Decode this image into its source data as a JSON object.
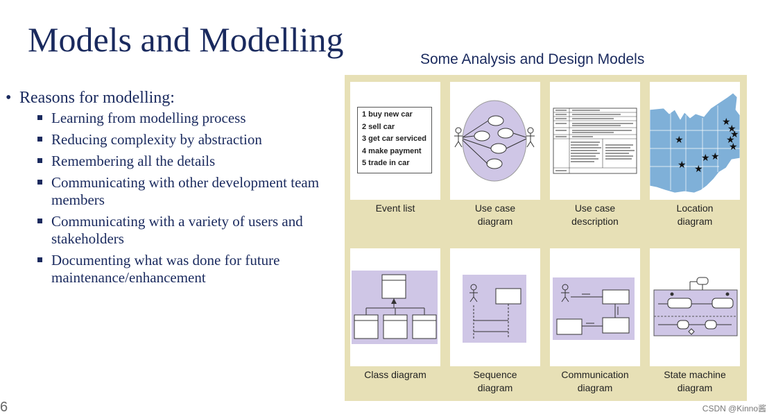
{
  "title": "Models and Modelling",
  "bullets": {
    "main": "Reasons for modelling:",
    "items": [
      "Learning from modelling process",
      "Reducing complexity by abstraction",
      "Remembering all the details",
      "Communicating with other development team members",
      "Communicating with a variety of users and stakeholders",
      "Documenting what was done for future maintenance/enhancement"
    ]
  },
  "panel": {
    "heading": "Some Analysis and Design Models",
    "background": "#e7e0b6",
    "diagram_fill": "#cfc6e6",
    "map_fill": "#7fb0d8",
    "event_list_items": [
      "1 buy new car",
      "2 sell car",
      "3 get car serviced",
      "4 make payment",
      "5 trade in car"
    ],
    "cards": [
      {
        "caption_line1": "Event list",
        "caption_line2": ""
      },
      {
        "caption_line1": "Use case",
        "caption_line2": "diagram"
      },
      {
        "caption_line1": "Use case",
        "caption_line2": "description"
      },
      {
        "caption_line1": "Location",
        "caption_line2": "diagram"
      },
      {
        "caption_line1": "Class diagram",
        "caption_line2": ""
      },
      {
        "caption_line1": "Sequence",
        "caption_line2": "diagram"
      },
      {
        "caption_line1": "Communication",
        "caption_line2": "diagram"
      },
      {
        "caption_line1": "State machine",
        "caption_line2": "diagram"
      }
    ]
  },
  "page_number": "6",
  "watermark": "CSDN @Kinno酱"
}
